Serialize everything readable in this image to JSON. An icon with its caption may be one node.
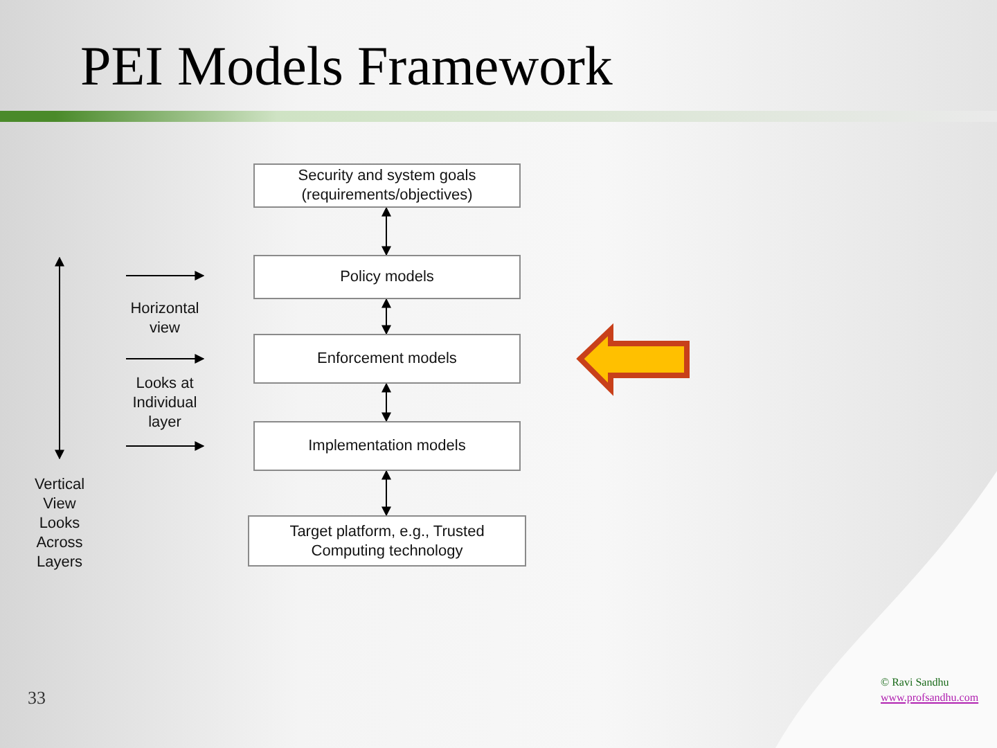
{
  "diagram": {
    "title": "PEI Models Framework",
    "nodes": [
      {
        "text": [
          "Security and system goals (requirements/objectives)"
        ]
      },
      {
        "text": [
          "Policy models"
        ]
      },
      {
        "text": [
          "Enforcement models"
        ]
      },
      {
        "text": [
          "Implementation models"
        ]
      },
      {
        "text": [
          "Target platform, e.g., Trusted Computing technology"
        ]
      }
    ],
    "edges": [
      {
        "from": 0,
        "to": 1,
        "arrow": "both"
      },
      {
        "from": 1,
        "to": 2,
        "arrow": "both"
      },
      {
        "from": 2,
        "to": 3,
        "arrow": "both"
      },
      {
        "from": 3,
        "to": 4,
        "arrow": "both"
      }
    ],
    "labels": [
      "Horizontal view",
      "Looks at Individual layer",
      "Vertical View Looks Across Layers",
      "33",
      "© Ravi Sandhu",
      "www.profsandhu.com"
    ]
  }
}
